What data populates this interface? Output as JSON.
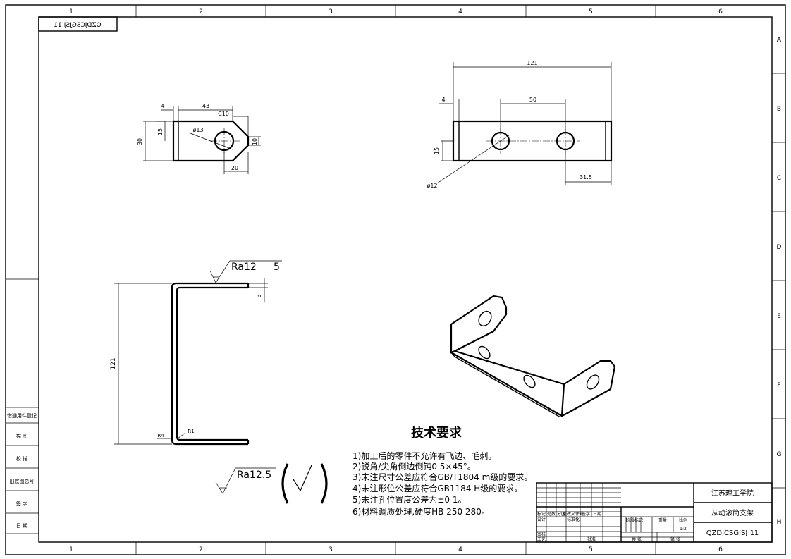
{
  "frame": {
    "columns": [
      "1",
      "2",
      "3",
      "4",
      "5",
      "6"
    ],
    "rows": [
      "A",
      "B",
      "C",
      "D",
      "E",
      "F",
      "G",
      "H"
    ]
  },
  "drawing_code_mirrored": "QZDJCSGJSJ 11",
  "views": {
    "left_view": {
      "dims": {
        "d4": "4",
        "d43": "43",
        "chamfer": "C10",
        "hole": "ø13",
        "d15": "15",
        "d30": "30",
        "d10": "10",
        "d20": "20"
      }
    },
    "top_view": {
      "dims": {
        "d121": "121",
        "d4": "4",
        "d50": "50",
        "d15": "15",
        "hole": "ø12",
        "d31_5": "31.5"
      }
    },
    "front_view": {
      "dims": {
        "d121": "121",
        "d3": "3",
        "r4": "R4",
        "r1": "R1"
      },
      "roughness": {
        "label": "Ra12",
        "suffix": "5"
      }
    }
  },
  "general_roughness": {
    "label": "Ra12.5"
  },
  "technical_requirements": {
    "title": "技术要求",
    "items": [
      "1)加工后的零件不允许有飞边、毛刺。",
      "2)锐角/尖角倒边倒钝0 5×45°。",
      "3)未注尺寸公差应符合GB/T1804 m级的要求。",
      "4)未注形位公差应符合GB1184 H级的要求。",
      "5)未注孔位置度公差为±0 1。",
      "6)材料调质处理,硬度HB 250 280。"
    ]
  },
  "side_panel": {
    "items": [
      "借通用件登记",
      "描 图",
      "校 描",
      "旧底图总号",
      "签 字",
      "日 期"
    ]
  },
  "title_block": {
    "school": "江苏理工学院",
    "part_name": "从动滚筒支架",
    "drawing_number": "QZDJCSGJSJ 11",
    "scale": "1:2",
    "row_labels": {
      "mark": "标记",
      "count": "处数",
      "zone": "分区",
      "change_doc": "更改文件号",
      "signature": "签字",
      "date": "日期",
      "design": "设计",
      "standardize": "标准化",
      "review": "审核",
      "process": "工艺",
      "approve": "批准",
      "stage_mark": "阶段标记",
      "weight": "重量",
      "ratio": "比例",
      "sheet_total": "共 张",
      "sheet_no": "第 张"
    }
  }
}
